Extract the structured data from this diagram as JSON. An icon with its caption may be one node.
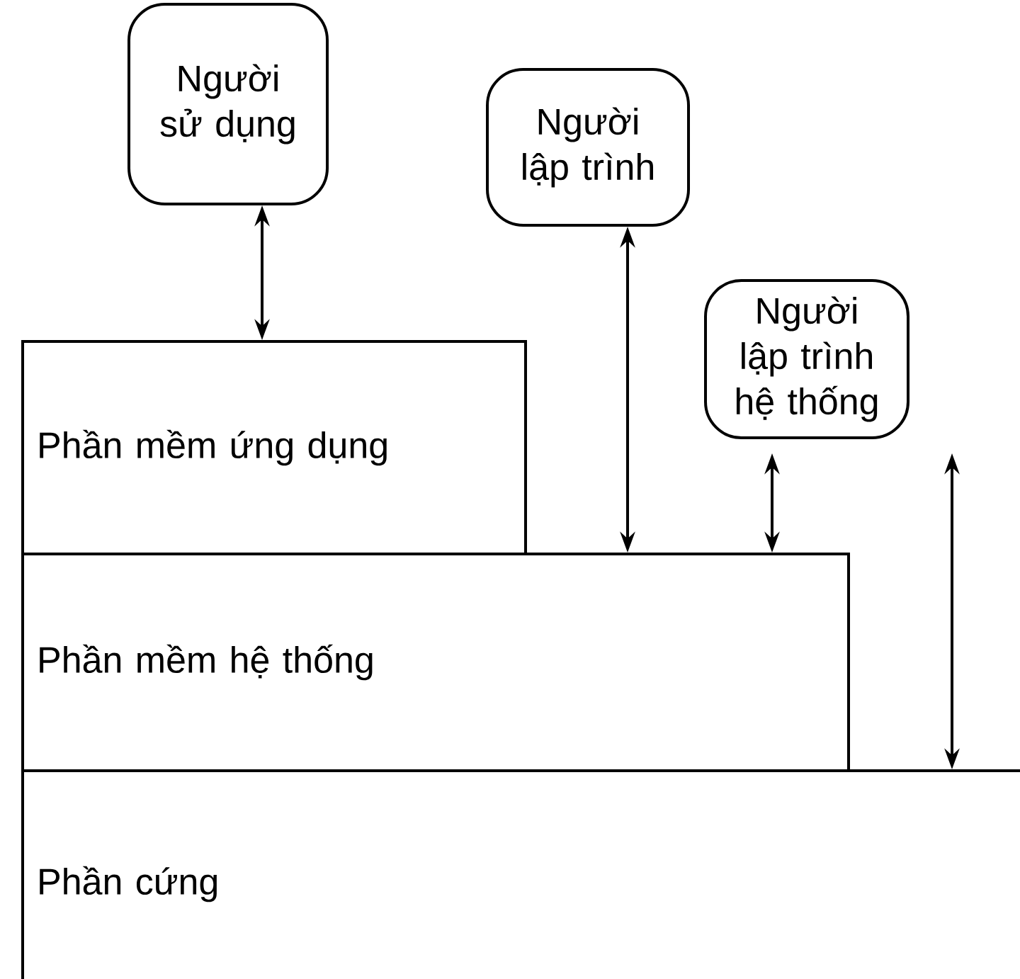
{
  "diagram": {
    "nodes": [
      {
        "text": [
          "Người sử dụng"
        ]
      },
      {
        "text": [
          "Người lập trình"
        ]
      },
      {
        "text": [
          "Người lập trình hệ thống"
        ]
      },
      {
        "text": [
          "Phần mềm ứng dụng"
        ]
      },
      {
        "text": [
          "Phần mềm hệ thống"
        ]
      },
      {
        "text": [
          "Phần cứng"
        ]
      }
    ],
    "edges": [
      {
        "from": 0,
        "to": 3,
        "arrow": "both"
      },
      {
        "from": 1,
        "to": 4,
        "arrow": "both"
      },
      {
        "from": 2,
        "to": 4,
        "arrow": "both"
      },
      {
        "from": 2,
        "to": 5,
        "arrow": "both"
      }
    ]
  }
}
